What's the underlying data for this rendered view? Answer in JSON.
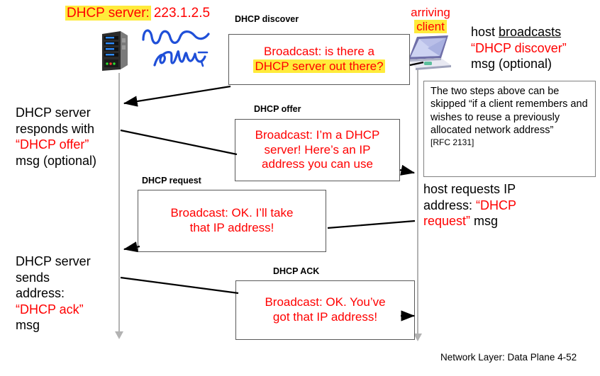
{
  "title": {
    "label": "DHCP server:",
    "ip": "223.1.2.5"
  },
  "annotations": {
    "subnet": "subnet",
    "arriving_client_line1": "arriving",
    "arriving_client_line2": "client"
  },
  "host_note": {
    "line1_a": "host ",
    "line1_b": "broadcasts",
    "line2": "“DHCP discover”",
    "line3": "msg (optional)"
  },
  "rfc_box": {
    "text": "The two steps above can be skipped “if a client remembers and wishes to reuse a previously allocated network address”",
    "reference": "[RFC 2131]"
  },
  "messages": [
    {
      "id": "discover",
      "label": "DHCP discover",
      "body_line1": "Broadcast: is there a",
      "body_line2": "DHCP server out there?",
      "highlight": true
    },
    {
      "id": "offer",
      "label": "DHCP offer",
      "body_line1": "Broadcast: I’m a DHCP",
      "body_line2": "server! Here’s an IP",
      "body_line3": "address you can use",
      "highlight": false
    },
    {
      "id": "request",
      "label": "DHCP request",
      "body_line1": "Broadcast: OK.  I’ll take",
      "body_line2": "that IP address!",
      "highlight": false
    },
    {
      "id": "ack",
      "label": "DHCP ACK",
      "body_line1": "Broadcast: OK.  You’ve",
      "body_line2": "got that IP address!",
      "highlight": false
    }
  ],
  "side_notes": {
    "offer_l1": "DHCP server",
    "offer_l2": "responds with",
    "offer_l3": "“DHCP offer”",
    "offer_l4": "msg (optional)",
    "ack_l1": "DHCP server",
    "ack_l2": "sends",
    "ack_l3": "address:",
    "ack_l4": "“DHCP ack”",
    "ack_l5": "msg",
    "hostreq_l1": "host requests IP",
    "hostreq_l2a": "address: ",
    "hostreq_l2b": "“DHCP",
    "hostreq_l3a": "request”",
    "hostreq_l3b": " msg"
  },
  "footer": "Network Layer: Data Plane  4-52",
  "colors": {
    "message_red": "#ff0000",
    "highlight_yellow": "#ffeb3b",
    "timeline_gray": "#b3b3b3",
    "box_border": "#595959",
    "handwriting_blue": "#1f4fd8"
  },
  "icons": {
    "server": "server-tower-icon",
    "client": "laptop-icon"
  }
}
